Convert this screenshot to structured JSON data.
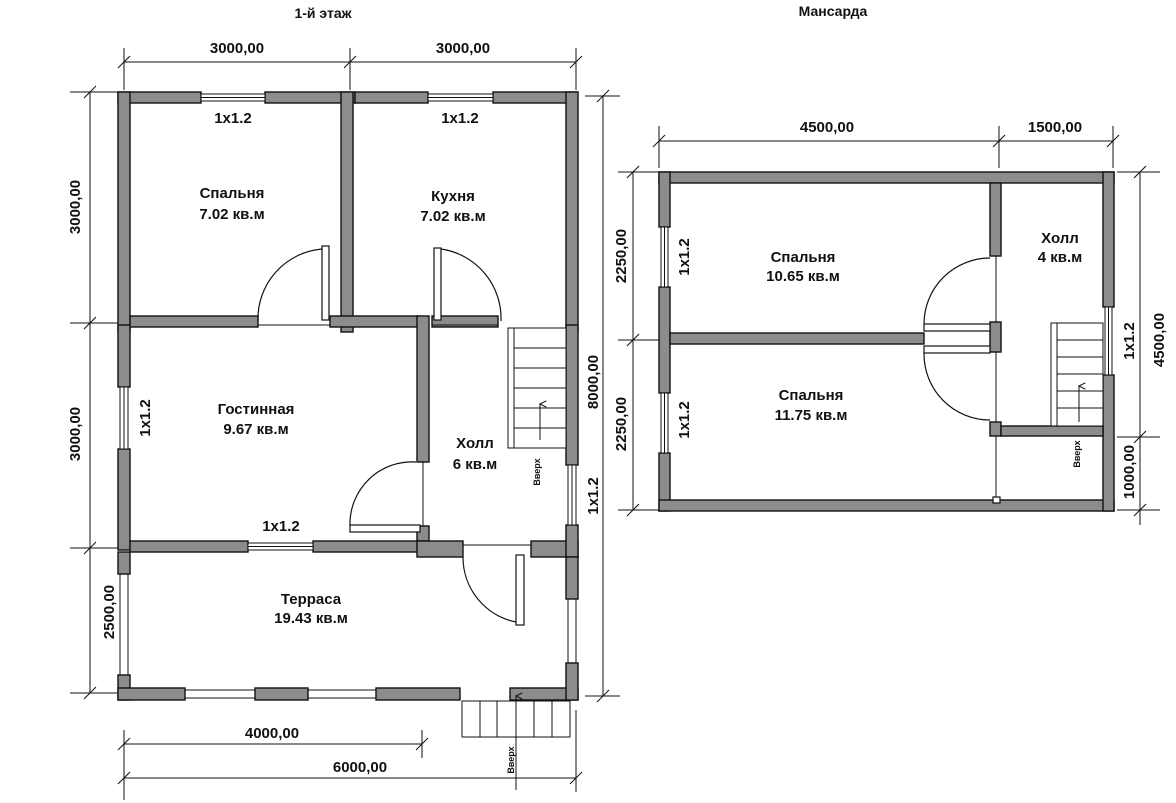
{
  "floors": {
    "first": {
      "title": "1-й этаж",
      "rooms": [
        {
          "id": "bedroom",
          "name": "Спальня",
          "area": "7.02 кв.м"
        },
        {
          "id": "kitchen",
          "name": "Кухня",
          "area": "7.02 кв.м"
        },
        {
          "id": "living",
          "name": "Гостинная",
          "area": "9.67 кв.м"
        },
        {
          "id": "hall",
          "name": "Холл",
          "area": "6 кв.м"
        },
        {
          "id": "terrace",
          "name": "Терраса",
          "area": "19.43 кв.м"
        }
      ],
      "windows": {
        "bedroom": "1х1.2",
        "kitchen": "1х1.2",
        "living_left": "1х1.2",
        "living_bottom": "1х1.2",
        "hall_right": "1х1.2"
      },
      "dimensions": {
        "top_left": "3000,00",
        "top_right": "3000,00",
        "left_top": "3000,00",
        "left_middle": "3000,00",
        "left_bottom": "2500,00",
        "right_total": "8000,00",
        "bottom_partial": "4000,00",
        "bottom_total": "6000,00"
      },
      "stair_labels": {
        "hall": "Вверх",
        "terrace": "Вверх"
      }
    },
    "attic": {
      "title": "Мансарда",
      "rooms": [
        {
          "id": "bedroom1",
          "name": "Спальня",
          "area": "10.65 кв.м"
        },
        {
          "id": "bedroom2",
          "name": "Спальня",
          "area": "11.75 кв.м"
        },
        {
          "id": "hall",
          "name": "Холл",
          "area": "4 кв.м"
        }
      ],
      "windows": {
        "bedroom1": "1х1.2",
        "bedroom2": "1х1.2",
        "hall": "1х1.2"
      },
      "dimensions": {
        "top_left": "4500,00",
        "top_right": "1500,00",
        "left_top": "2250,00",
        "left_bottom": "2250,00",
        "right_total": "4500,00",
        "right_bottom": "1000,00"
      },
      "stair_labels": {
        "hall": "Вверх"
      }
    }
  }
}
